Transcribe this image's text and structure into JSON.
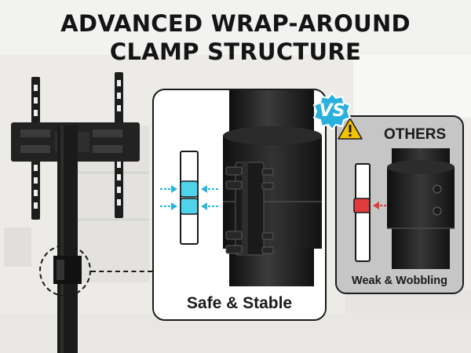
{
  "headline": {
    "line1": "ADVANCED WRAP-AROUND",
    "line2": "CLAMP STRUCTURE"
  },
  "main_panel": {
    "caption": "Safe & Stable",
    "indicator_color": "#4fd3ea",
    "arrow_color": "#27b6e0"
  },
  "vs_badge": {
    "label": "VS",
    "color": "#2ab0dc"
  },
  "others_panel": {
    "title": "OTHERS",
    "caption": "Weak & Wobbling",
    "warning_icon": "warning-triangle-icon",
    "indicator_color": "#e23b3b",
    "warning_color": "#f2c200"
  }
}
